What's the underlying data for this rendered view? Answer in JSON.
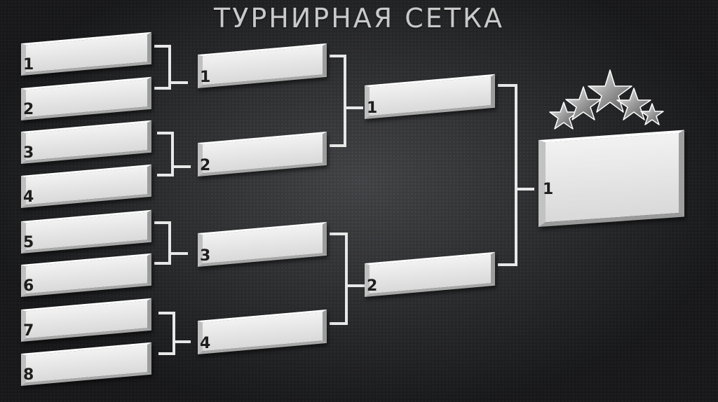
{
  "title": "ТУРНИРНАЯ СЕТКА",
  "round1": [
    "1",
    "2",
    "3",
    "4",
    "5",
    "6",
    "7",
    "8"
  ],
  "round2": [
    "1",
    "2",
    "3",
    "4"
  ],
  "semifinal": [
    "1",
    "2"
  ],
  "final": [
    "1"
  ],
  "colors": {
    "background": "#2b2c2f",
    "slot": "#e6e6e6",
    "connector": "#e8e8e8",
    "title": "#c9c9c9"
  },
  "decoration": {
    "trophy_icon": "stars-icon"
  }
}
